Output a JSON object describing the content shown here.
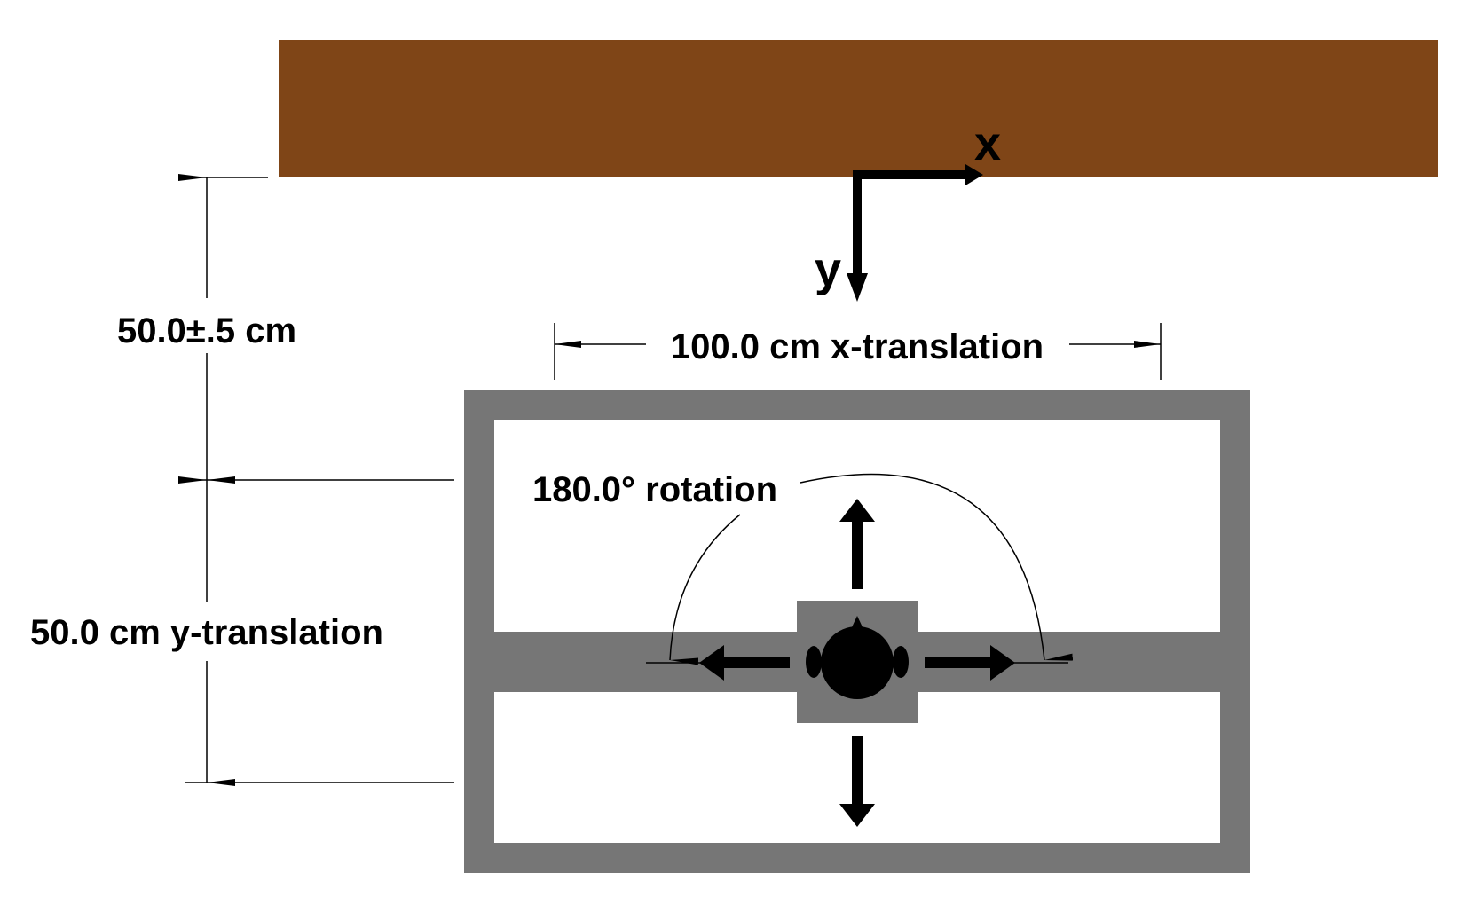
{
  "labels": {
    "x_axis": "x",
    "y_axis": "y",
    "wall_distance": "50.0±.5 cm",
    "x_translation": "100.0 cm x-translation",
    "rotation": "180.0° rotation",
    "y_translation": "50.0 cm y-translation"
  },
  "colors": {
    "wall": "#7f4517",
    "frame": "#767676",
    "ink": "#000000",
    "background": "#ffffff"
  }
}
